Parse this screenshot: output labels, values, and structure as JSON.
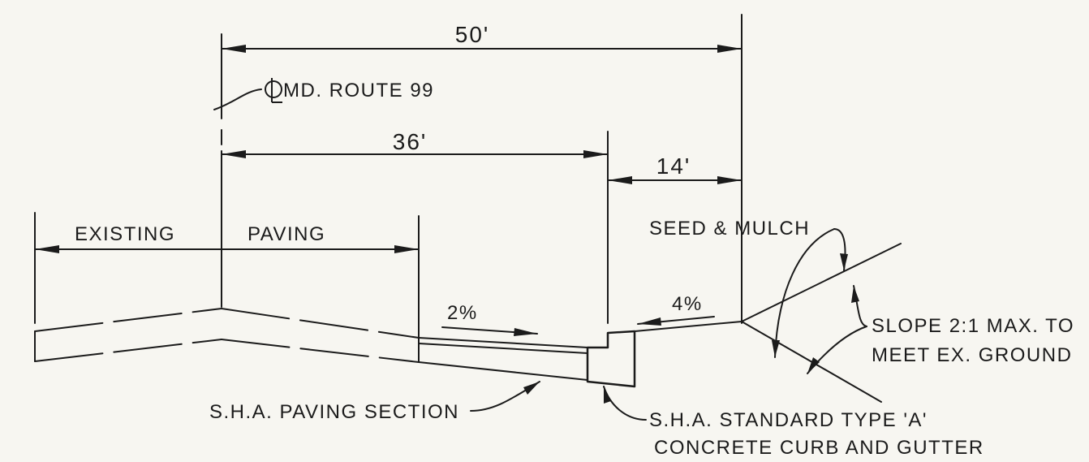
{
  "dimensions": {
    "overall": "50'",
    "roadway": "36'",
    "shoulder": "14'"
  },
  "labels": {
    "centerline": "MD. ROUTE 99",
    "existing": "EXISTING",
    "paving": "PAVING",
    "seed_mulch": "SEED & MULCH",
    "slope_line1": "SLOPE 2:1 MAX. TO",
    "slope_line2": "MEET EX. GROUND",
    "paving_section": "S.H.A. PAVING SECTION",
    "curb_line1": "S.H.A. STANDARD TYPE 'A'",
    "curb_line2": "CONCRETE CURB AND GUTTER"
  },
  "slopes": {
    "roadway": "2%",
    "shoulder": "4%"
  },
  "icons": {
    "centerline_symbol": "centerline-icon"
  }
}
